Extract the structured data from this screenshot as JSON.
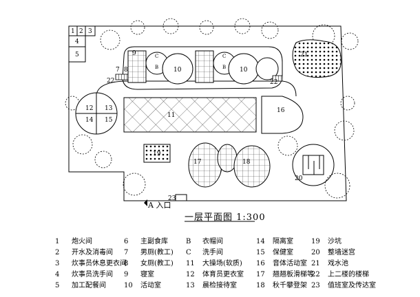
{
  "title": "一层平面图 1:300",
  "entrance": "A 入口",
  "rooms": {
    "r1": "1",
    "r2": "2",
    "r3": "3",
    "r4": "4",
    "r5": "5",
    "r7": "7",
    "r8": "8",
    "r9": "9",
    "r10a": "10",
    "r10b": "10",
    "r11": "11",
    "r12": "12",
    "r13": "13",
    "r14": "14",
    "r15": "15",
    "r16": "16",
    "r17": "17",
    "r18": "18",
    "r19": "19",
    "r20": "20",
    "r21": "21",
    "r22a": "22",
    "r22b": "22",
    "r23": "23",
    "c1": "C",
    "c2": "C",
    "b1": "B",
    "b2": "B"
  },
  "legend": [
    {
      "key": "1",
      "text": "炮火间"
    },
    {
      "key": "2",
      "text": "开水及消毒间"
    },
    {
      "key": "3",
      "text": "炊事员休息更衣间"
    },
    {
      "key": "4",
      "text": "炊事员洗手间"
    },
    {
      "key": "5",
      "text": "加工配餐间"
    },
    {
      "key": "6",
      "text": "主副食库"
    },
    {
      "key": "7",
      "text": "男厕(教工)"
    },
    {
      "key": "8",
      "text": "女厕(教工)"
    },
    {
      "key": "9",
      "text": "寝室"
    },
    {
      "key": "10",
      "text": "活动室"
    },
    {
      "key": "B",
      "text": "衣帽间"
    },
    {
      "key": "C",
      "text": "洗手间"
    },
    {
      "key": "11",
      "text": "大操场(软质)"
    },
    {
      "key": "12",
      "text": "体育员更衣室"
    },
    {
      "key": "13",
      "text": "晨检接待室"
    },
    {
      "key": "14",
      "text": "隔离室"
    },
    {
      "key": "15",
      "text": "保健室"
    },
    {
      "key": "16",
      "text": "音体活动室"
    },
    {
      "key": "17",
      "text": "翘翘板滑梯等"
    },
    {
      "key": "18",
      "text": "秋千攀登架"
    },
    {
      "key": "19",
      "text": "沙坑"
    },
    {
      "key": "20",
      "text": "整墙迷宫"
    },
    {
      "key": "21",
      "text": "戏水池"
    },
    {
      "key": "22",
      "text": "上二楼的楼梯"
    },
    {
      "key": "23",
      "text": "值班室及传达室"
    }
  ],
  "colors": {
    "ink": "#000000",
    "background": "#ffffff",
    "hatch": "#555555"
  }
}
